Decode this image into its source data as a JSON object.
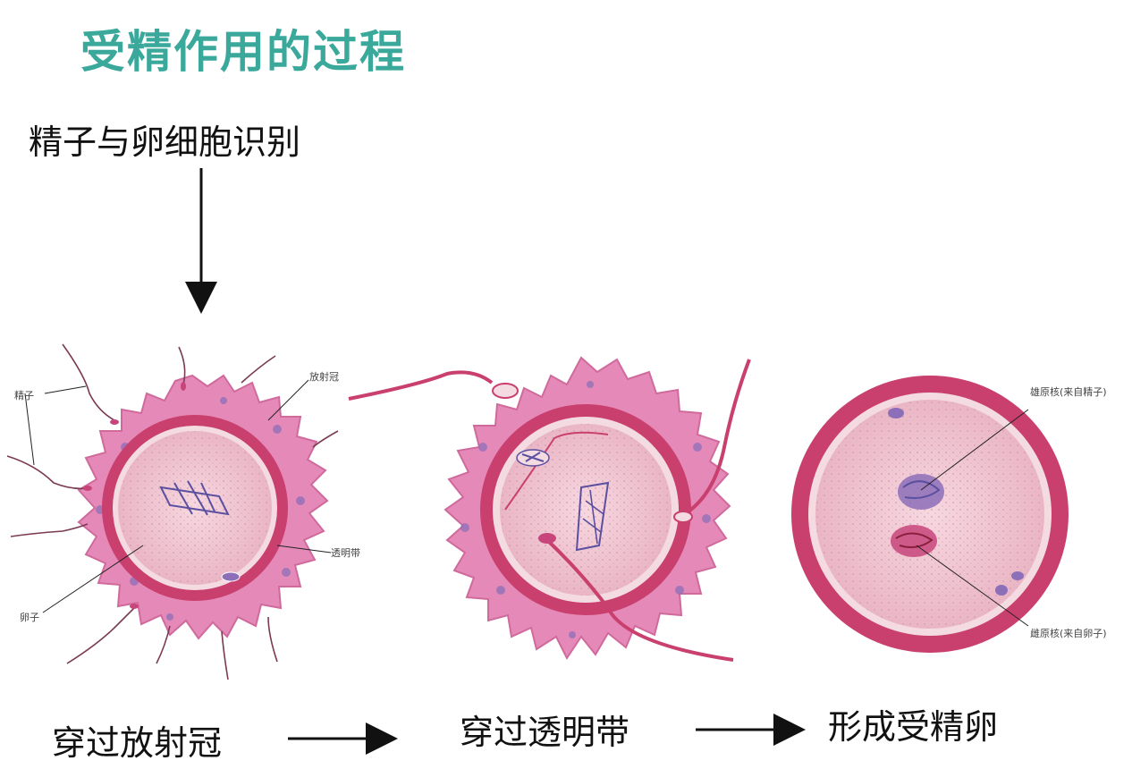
{
  "title": "受精作用的过程",
  "step_recognition": "精子与卵细胞识别",
  "stages": [
    {
      "label": "穿过放射冠"
    },
    {
      "label": "穿过透明带"
    },
    {
      "label": "形成受精卵"
    }
  ],
  "stage1_labels": {
    "sperm": "精子",
    "cumulus": "放射冠",
    "zona": "透明带",
    "egg": "卵子"
  },
  "stage3_labels": {
    "male_pronucleus": "雄原核(来自精子)",
    "female_pronucleus": "雌原核(来自卵子)"
  },
  "colors": {
    "title": "#3aa89a",
    "corona": "#e58ab8",
    "zona": "#c9406e",
    "cytoplasm": "#f1c9d4",
    "nucleus": "#5b4fa0"
  }
}
